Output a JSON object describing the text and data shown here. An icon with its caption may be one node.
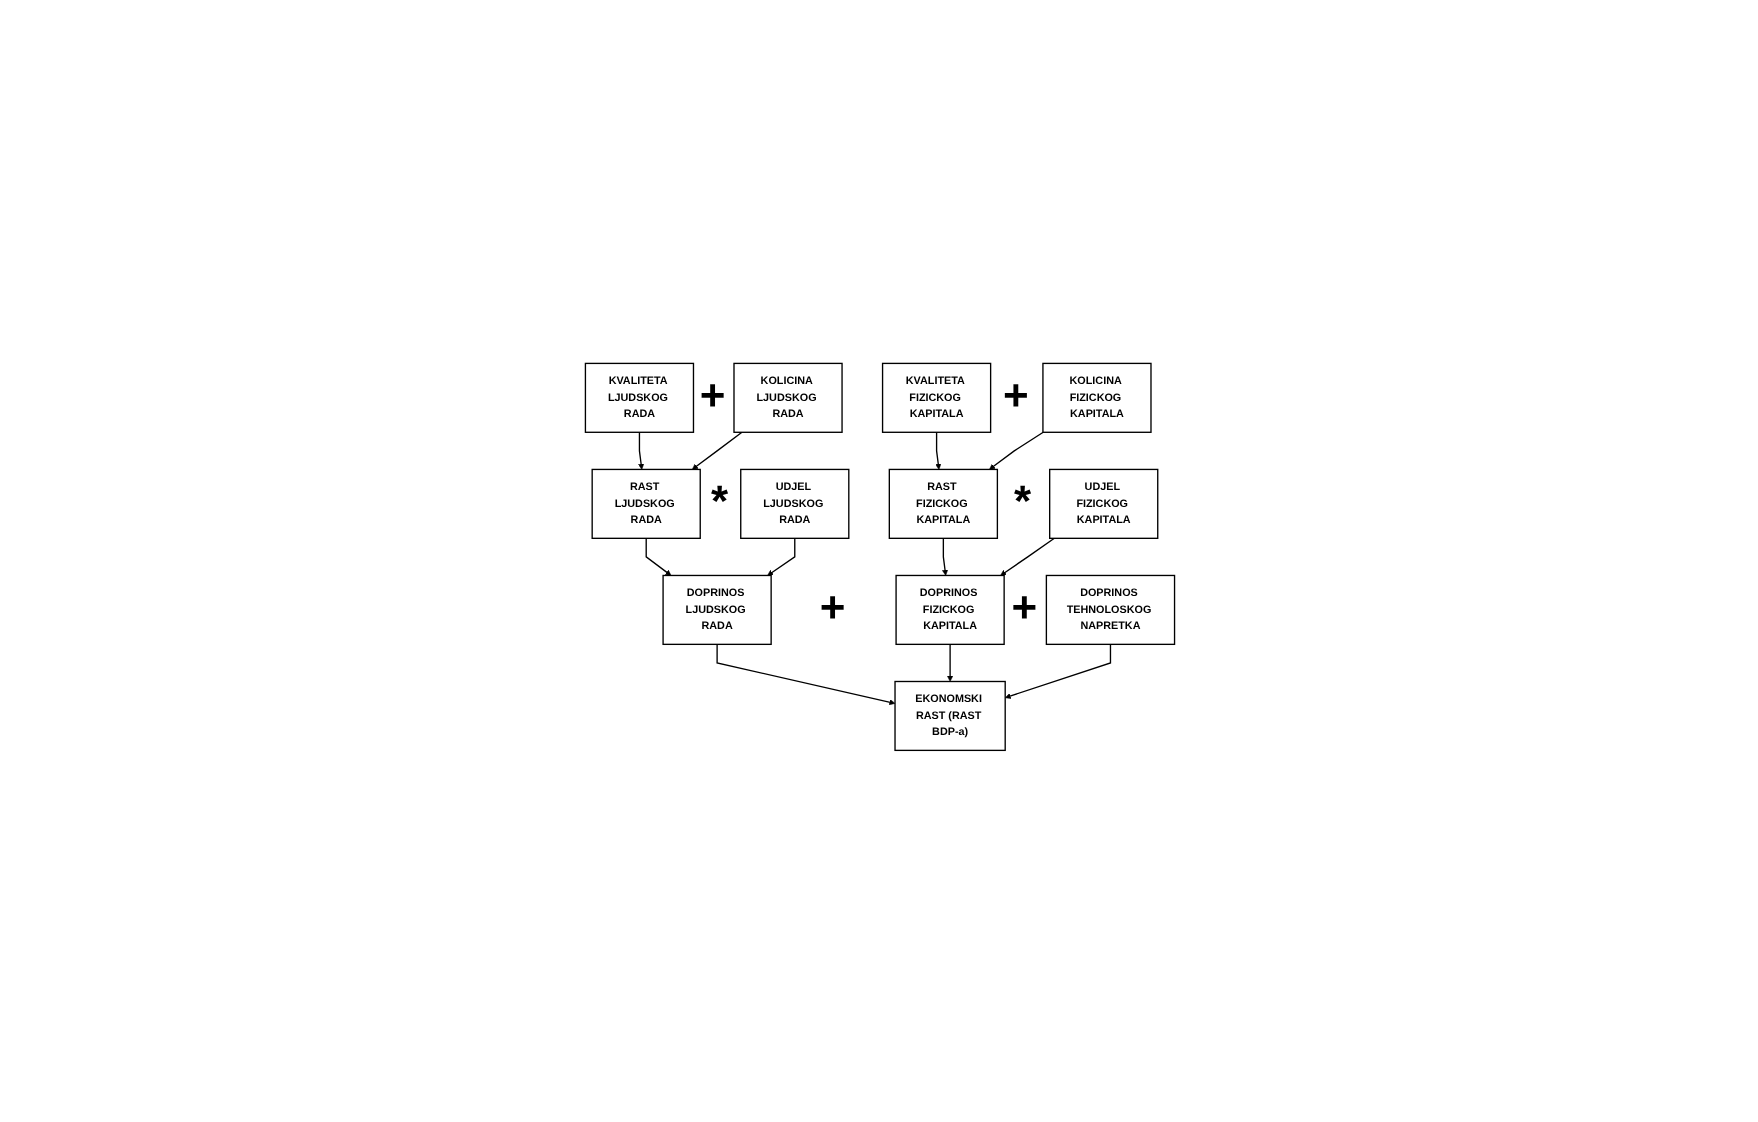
{
  "diagram": {
    "nodes": [
      {
        "text": [
          "KVALITETA LJUDSKOG RADA"
        ]
      },
      {
        "text": [
          "KOLICINA LJUDSKOG RADA"
        ]
      },
      {
        "text": [
          "KVALITETA FIZICKOG KAPITALA"
        ]
      },
      {
        "text": [
          "KOLICINA FIZICKOG KAPITALA"
        ]
      },
      {
        "text": [
          "RAST LJUDSKOG RADA"
        ]
      },
      {
        "text": [
          "UDJEL LJUDSKOG RADA"
        ]
      },
      {
        "text": [
          "RAST FIZICKOG KAPITALA"
        ]
      },
      {
        "text": [
          "UDJEL FIZICKOG KAPITALA"
        ]
      },
      {
        "text": [
          "DOPRINOS LJUDSKOG RADA"
        ]
      },
      {
        "text": [
          "DOPRINOS FIZICKOG KAPITALA"
        ]
      },
      {
        "text": [
          "DOPRINOS TEHNOLOSKOG NAPRETKA"
        ]
      },
      {
        "text": [
          "EKONOMSKI RAST (RAST BDP-a)"
        ]
      }
    ],
    "edges": [
      {
        "from": 0,
        "to": 4,
        "arrow": "to"
      },
      {
        "from": 1,
        "to": 4,
        "arrow": "to"
      },
      {
        "from": 2,
        "to": 6,
        "arrow": "to"
      },
      {
        "from": 3,
        "to": 6,
        "arrow": "to"
      },
      {
        "from": 4,
        "to": 8,
        "arrow": "to"
      },
      {
        "from": 5,
        "to": 8,
        "arrow": "to"
      },
      {
        "from": 6,
        "to": 9,
        "arrow": "to"
      },
      {
        "from": 7,
        "to": 9,
        "arrow": "to"
      },
      {
        "from": 8,
        "to": 11,
        "arrow": "to"
      },
      {
        "from": 9,
        "to": 11,
        "arrow": "to"
      },
      {
        "from": 10,
        "to": 11,
        "arrow": "to"
      }
    ],
    "labels": [
      "+",
      "+",
      "*",
      "*",
      "+",
      "+"
    ]
  }
}
